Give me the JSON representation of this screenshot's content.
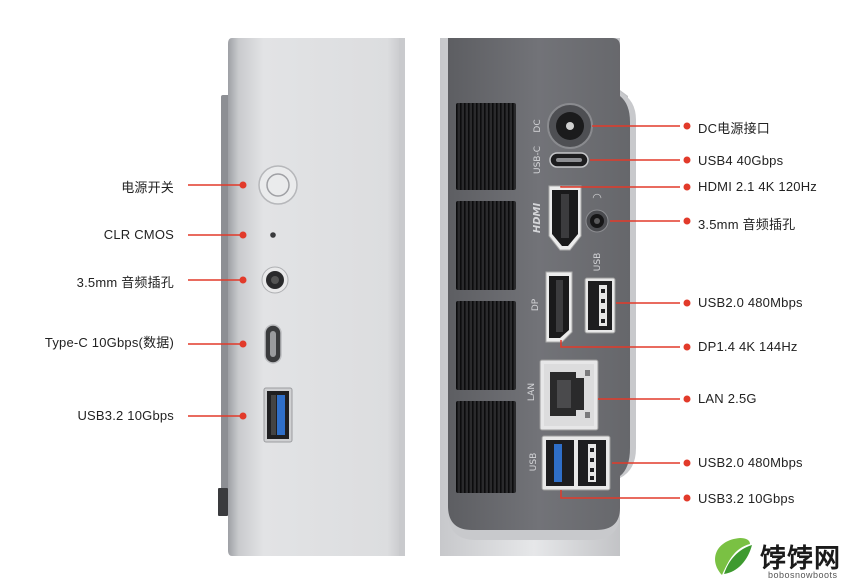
{
  "left_labels": {
    "power": "电源开关",
    "clr_cmos": "CLR CMOS",
    "audio": "3.5mm 音频插孔",
    "typec": "Type-C 10Gbps(数据)",
    "usb32": "USB3.2 10Gbps"
  },
  "right_labels": {
    "dc": "DC电源接口",
    "usb4": "USB4 40Gbps",
    "hdmi": "HDMI 2.1 4K 120Hz",
    "audio": "3.5mm 音频插孔",
    "usb20_a": "USB2.0 480Mbps",
    "dp": "DP1.4 4K 144Hz",
    "lan": "LAN 2.5G",
    "usb20_b": "USB2.0 480Mbps",
    "usb32": "USB3.2 10Gbps"
  },
  "port_prints": {
    "dc": "DC",
    "usbc": "USB-C",
    "hdmi": "HDMI",
    "usb_top": "USB",
    "dp": "DP",
    "lan": "LAN",
    "usb_bottom": "USB"
  },
  "watermark": {
    "name": "饽饽网",
    "url": "bobosnowboots"
  },
  "colors": {
    "accent": "#e23a2a",
    "front_panel": "#d7d8da",
    "rear_panel": "#6e6f73"
  }
}
